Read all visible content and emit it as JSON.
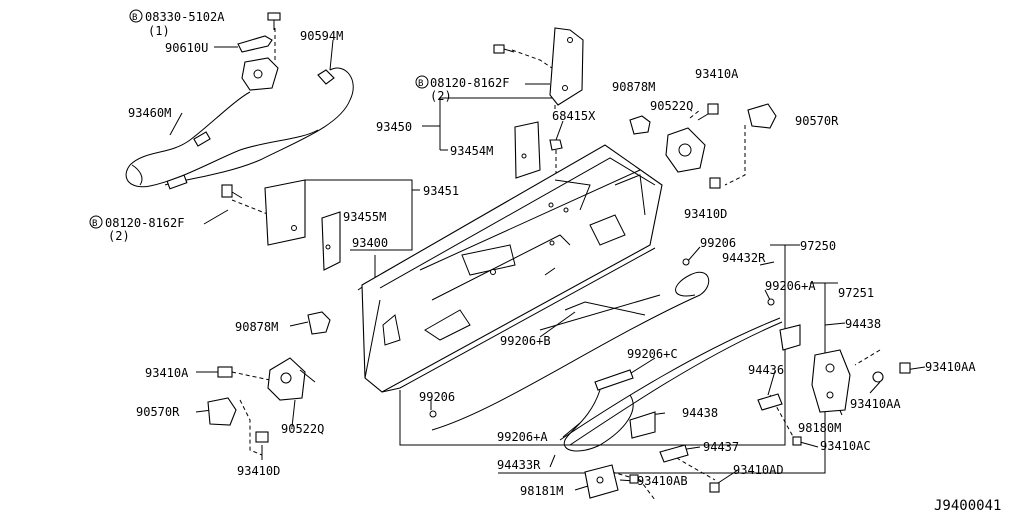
{
  "diagram_code": "J9400041",
  "callouts": [
    {
      "id": "c-08330",
      "prefix": "B",
      "text": "08330-5102A",
      "qty": "(1)"
    },
    {
      "id": "c-90610u",
      "text": "90610U"
    },
    {
      "id": "c-90594m",
      "text": "90594M"
    },
    {
      "id": "c-93460m",
      "text": "93460M"
    },
    {
      "id": "c-08120-top",
      "prefix": "B",
      "text": "08120-8162F",
      "qty": "(2)"
    },
    {
      "id": "c-93450",
      "text": "93450"
    },
    {
      "id": "c-93454m",
      "text": "93454M"
    },
    {
      "id": "c-68415x",
      "text": "68415X"
    },
    {
      "id": "c-90878m-top",
      "text": "90878M"
    },
    {
      "id": "c-93410a-top",
      "text": "93410A"
    },
    {
      "id": "c-90522q-top",
      "text": "90522Q"
    },
    {
      "id": "c-90570r-top",
      "text": "90570R"
    },
    {
      "id": "c-93410d-top",
      "text": "93410D"
    },
    {
      "id": "c-93451",
      "text": "93451"
    },
    {
      "id": "c-08120-left",
      "prefix": "B",
      "text": "08120-8162F",
      "qty": "(2)"
    },
    {
      "id": "c-93455m",
      "text": "93455M"
    },
    {
      "id": "c-93400",
      "text": "93400"
    },
    {
      "id": "c-99206-top",
      "text": "99206"
    },
    {
      "id": "c-97250",
      "text": "97250"
    },
    {
      "id": "c-94432r",
      "text": "94432R"
    },
    {
      "id": "c-99206a-top",
      "text": "99206+A"
    },
    {
      "id": "c-97251",
      "text": "97251"
    },
    {
      "id": "c-90878m-left",
      "text": "90878M"
    },
    {
      "id": "c-94438-top",
      "text": "94438"
    },
    {
      "id": "c-99206b",
      "text": "99206+B"
    },
    {
      "id": "c-99206c",
      "text": "99206+C"
    },
    {
      "id": "c-93410a-left",
      "text": "93410A"
    },
    {
      "id": "c-93410aa-right",
      "text": "93410AA"
    },
    {
      "id": "c-94436",
      "text": "94436"
    },
    {
      "id": "c-93410aa-mid",
      "text": "93410AA"
    },
    {
      "id": "c-90570r-left",
      "text": "90570R"
    },
    {
      "id": "c-99206-left",
      "text": "99206"
    },
    {
      "id": "c-94438-mid",
      "text": "94438"
    },
    {
      "id": "c-98180m",
      "text": "98180M"
    },
    {
      "id": "c-90522q-left",
      "text": "90522Q"
    },
    {
      "id": "c-99206a-bot",
      "text": "99206+A"
    },
    {
      "id": "c-93410ac",
      "text": "93410AC"
    },
    {
      "id": "c-94437",
      "text": "94437"
    },
    {
      "id": "c-93410d-left",
      "text": "93410D"
    },
    {
      "id": "c-94433r",
      "text": "94433R"
    },
    {
      "id": "c-93410ad",
      "text": "93410AD"
    },
    {
      "id": "c-93410ab",
      "text": "93410AB"
    },
    {
      "id": "c-98181m",
      "text": "98181M"
    }
  ]
}
